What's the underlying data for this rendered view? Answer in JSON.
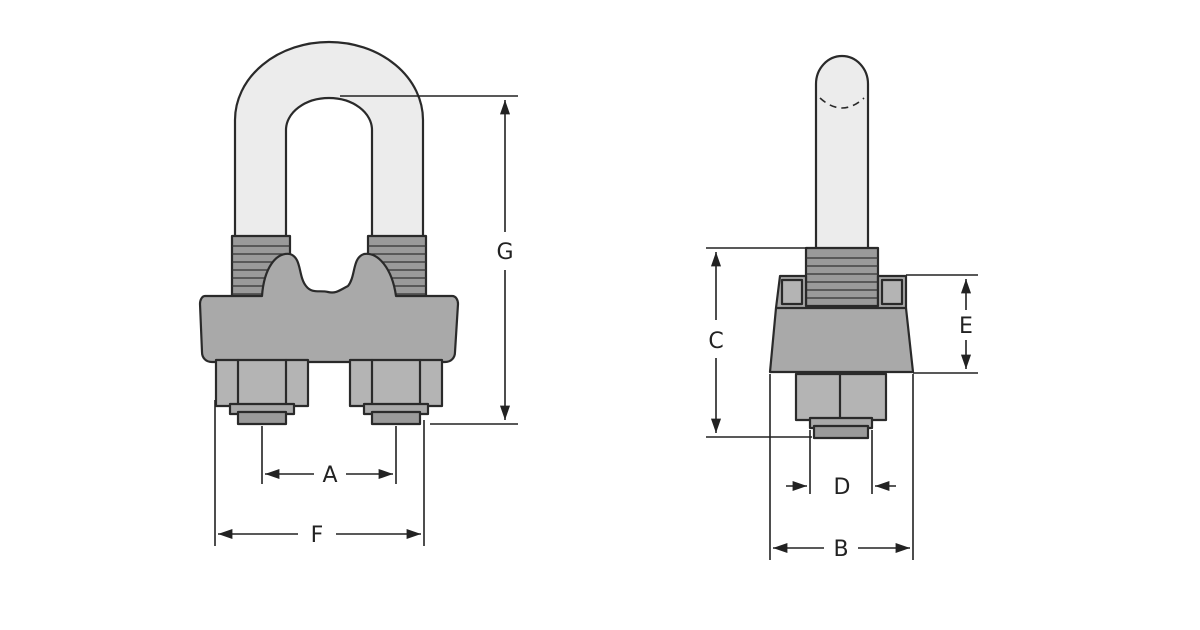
{
  "diagram": {
    "labels": {
      "A": "A",
      "B": "B",
      "C": "C",
      "D": "D",
      "E": "E",
      "F": "F",
      "G": "G"
    },
    "colors": {
      "background": "#ffffff",
      "u_bolt": "#ececec",
      "saddle": "#a9a9a9",
      "nut": "#b4b4b4",
      "thread": "#9a9a9a",
      "outline": "#2a2a2a"
    }
  }
}
